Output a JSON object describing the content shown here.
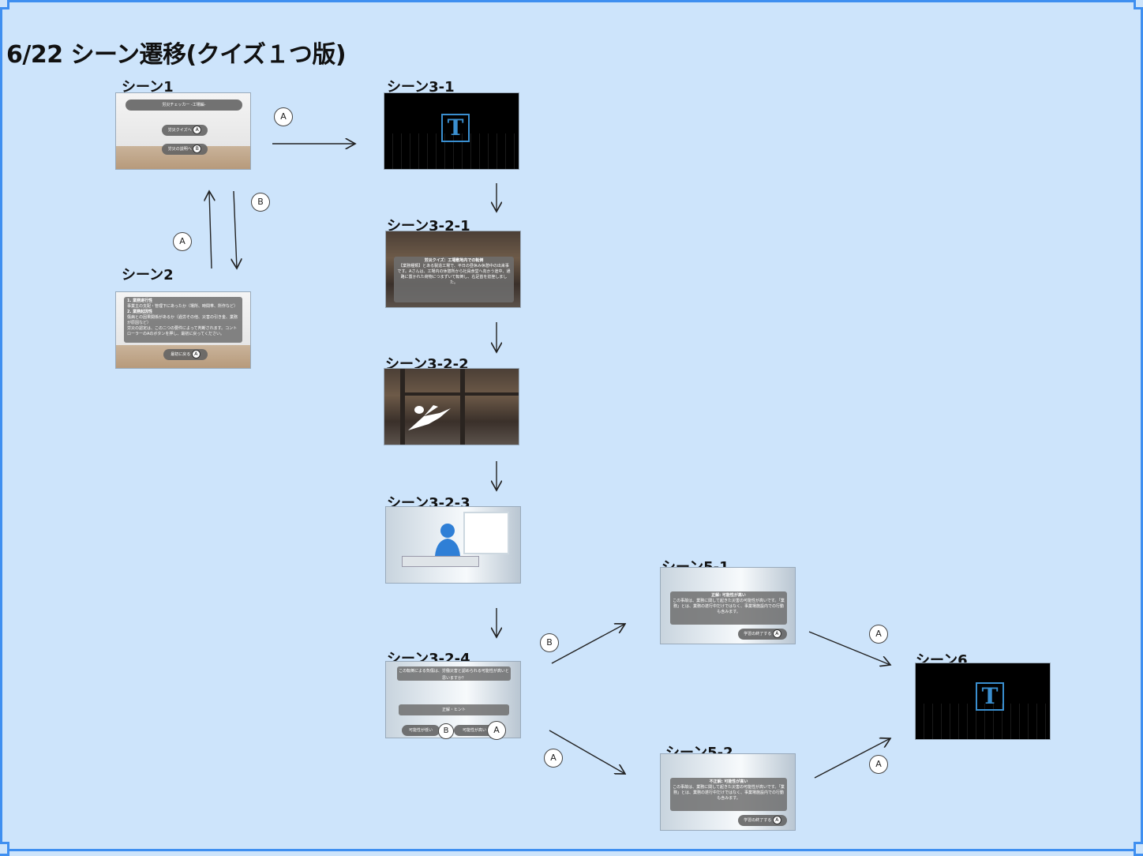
{
  "title": "6/22 シーン遷移(クイズ１つ版)",
  "scenes": {
    "s1": {
      "label": "シーン1",
      "header": "労災チェッカー -工場編-",
      "btn1": "労災クイズへ",
      "btn2": "労災の説明へ"
    },
    "s2": {
      "label": "シーン2",
      "item1": "1. 業務遂行性",
      "item1_desc": "事業主の支配・管理下にあったか（場所、時間帯、所作など）",
      "item2": "2. 業務起因性",
      "item2_desc": "傷病との因果関係があるか（過労その他、災害の引き金、業務が原因など）",
      "note": "労災の認定は、この二つの要件によって判断されます。コントローラーのAのボタンを押し、最初に戻ってください。",
      "back_btn": "最初に戻る"
    },
    "s31": {
      "label": "シーン3-1"
    },
    "s321": {
      "label": "シーン3-2-1",
      "quiz_title": "労災クイズ：工場敷地内での転倒",
      "quiz_text": "【業務種類】とある製造工場で、平日の昼休み休憩中の出来事です。Aさんは、工場内の休憩所から社員食堂へ向かう途中、通路に置かれた荷物につまずいて転倒し、右足首を捻挫しました。"
    },
    "s322": {
      "label": "シーン3-2-2"
    },
    "s323": {
      "label": "シーン3-2-3"
    },
    "s324": {
      "label": "シーン3-2-4",
      "question": "この転倒による負傷は、労働災害と認められる可能性が高いと思いますか？",
      "hint": "正解・ヒント",
      "btn_low": "可能性が低い",
      "btn_high": "可能性が高い"
    },
    "s51": {
      "label": "シーン5-1",
      "result_title": "正解: 可能性が高い",
      "body": "この事故は、業務に関して起きた災害の可能性が高いです。「業務」とは、業務の遂行中だけではなく、事業場施設内での行動も含みます。",
      "end_btn": "学習の終了する"
    },
    "s52": {
      "label": "シーン5-2",
      "result_title": "不正解: 可能性が高い",
      "body": "この事故は、業務に関して起きた災害の可能性が高いです。「業務」とは、業務の遂行中だけではなく、事業場施設内での行動も含みます。",
      "end_btn": "学習の終了する"
    },
    "s6": {
      "label": "シーン6"
    }
  },
  "transitions": {
    "s1_to_s31": "A",
    "s1_to_s2": "B",
    "s2_to_s1": "A",
    "s324_to_s51": "B",
    "s324_to_s52": "A",
    "s51_to_s6": "A",
    "s52_to_s6": "A"
  },
  "mini_buttons": {
    "a": "A",
    "b": "B"
  },
  "icon_letter": "T"
}
